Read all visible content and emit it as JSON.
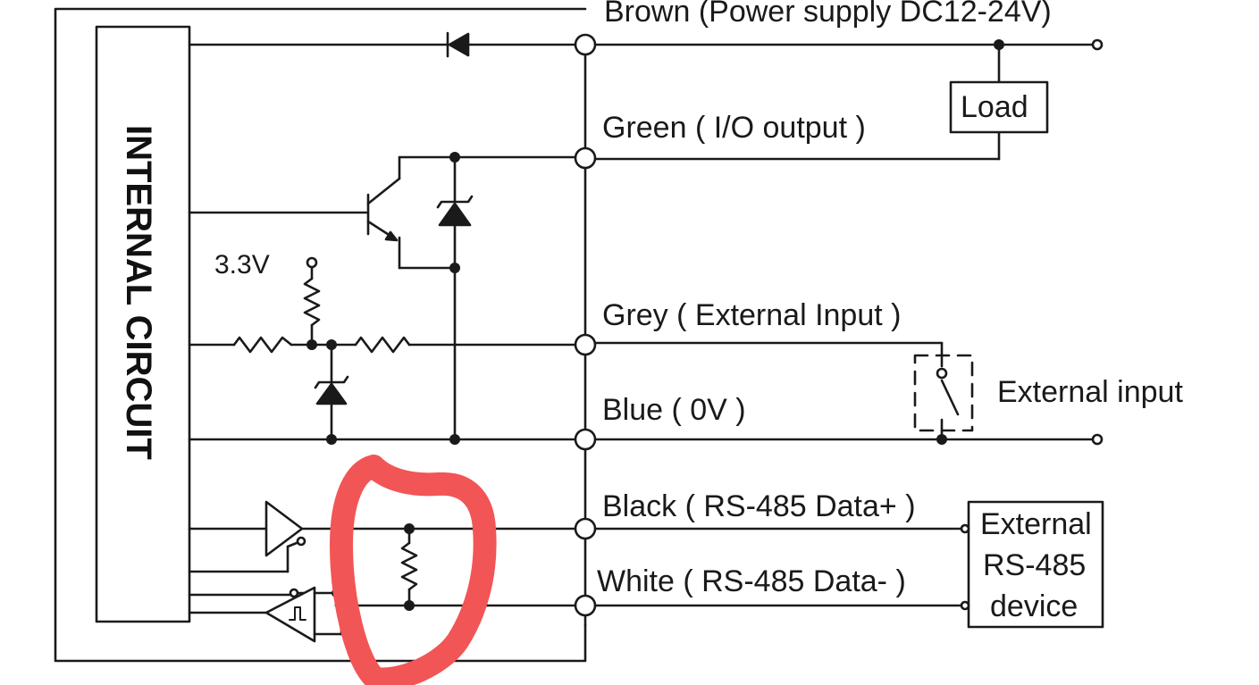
{
  "block": {
    "label": "INTERNAL CIRCUIT"
  },
  "terminals": [
    {
      "key": "brown",
      "label": "Brown (Power supply DC12-24V)"
    },
    {
      "key": "green",
      "label": "Green ( I/O output  )"
    },
    {
      "key": "grey",
      "label": "Grey ( External Input )"
    },
    {
      "key": "blue",
      "label": "Blue ( 0V )"
    },
    {
      "key": "black",
      "label": "Black ( RS-485 Data+ )"
    },
    {
      "key": "white",
      "label": "White ( RS-485 Data- )"
    }
  ],
  "supply_voltage": "3.3V",
  "load": {
    "label": "Load"
  },
  "external_input": {
    "label": "External input"
  },
  "external_device": {
    "lines": [
      "External",
      "RS-485",
      "device"
    ]
  },
  "annotation": {
    "color": "#f25555",
    "meaning": "hand-drawn circle highlighting termination resistor"
  },
  "colors": {
    "wire": "#1a1a1a",
    "box_fill": "#ffffff",
    "background": "#ffffff"
  }
}
